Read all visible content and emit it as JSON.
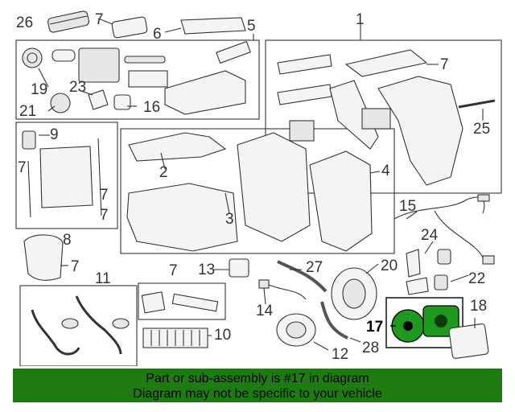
{
  "callouts": {
    "n1": "1",
    "n2": "2",
    "n3": "3",
    "n4": "4",
    "n5": "5",
    "n6": "6",
    "n7": "7",
    "n8": "8",
    "n9": "9",
    "n10": "10",
    "n11": "11",
    "n12": "12",
    "n13": "13",
    "n14": "14",
    "n15": "15",
    "n16": "16",
    "n17": "17",
    "n18": "18",
    "n19": "19",
    "n20": "20",
    "n21": "21",
    "n22": "22",
    "n23": "23",
    "n24": "24",
    "n25": "25",
    "n26": "26",
    "n27": "27",
    "n28": "28"
  },
  "highlight": {
    "part_number": "17",
    "color": "#1f9a1f"
  },
  "banner": {
    "line1": "Part or sub-assembly is #17 in diagram",
    "line2": "Diagram may not be specific to your vehicle",
    "background": "#1e7b12"
  }
}
